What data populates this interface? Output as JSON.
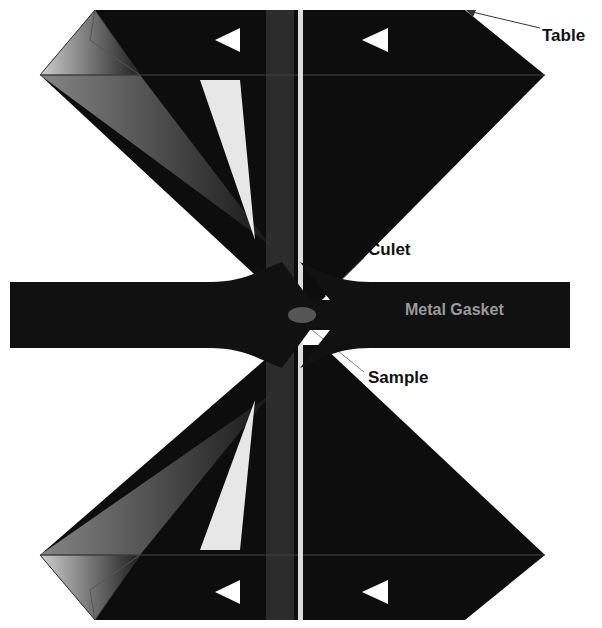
{
  "diagram": {
    "nodes": [
      {
        "text": [
          "Metal Gasket"
        ]
      }
    ],
    "labels": [
      "Table",
      "Culet",
      "Sample"
    ]
  }
}
